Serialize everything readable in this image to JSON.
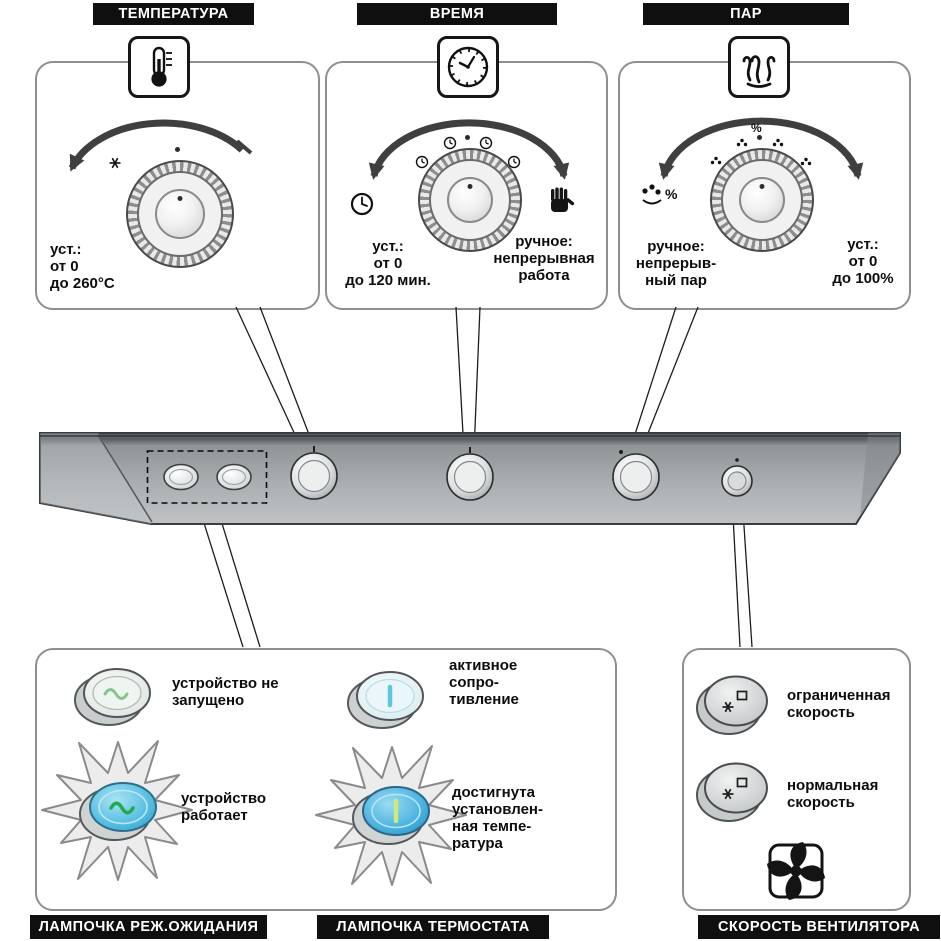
{
  "symbols": {
    "percent": "%"
  },
  "colors": {
    "bar_bg": "#0f0f0f",
    "panel_gray": "#a7abae",
    "lit_blue": "#38a8d4",
    "lit_green": "#2fae5a"
  },
  "knob_panels": {
    "temperature": {
      "title": "ТЕМПЕРАТУРА",
      "set_label": "уст.:\nот 0\nдо 260°C"
    },
    "time": {
      "title": "ВРЕМЯ",
      "set_label": "уст.:\nот 0\nдо 120 мин.",
      "manual_label": "ручное:\nнепрерывная\nработа"
    },
    "steam": {
      "title": "ПАР",
      "manual_label": "ручное:\nнепрерыв-\nный пар",
      "set_label": "уст.:\nот 0\nдо 100%"
    }
  },
  "indicators": {
    "standby": {
      "title": "ЛАМПОЧКА РЕЖ.ОЖИДАНИЯ",
      "off_label": "устройство не\nзапущено",
      "on_label": "устройство\nработает"
    },
    "thermostat": {
      "title": "ЛАМПОЧКА ТЕРМОСТАТА",
      "off_label": "активное\nсопро-\nтивление",
      "on_label": "достигнута\nустановлен-\nная темпе-\nратура"
    },
    "fan": {
      "title": "СКОРОСТЬ ВЕНТИЛЯТОРА",
      "limited_label": "ограниченная\nскорость",
      "normal_label": "нормальная\nскорость"
    }
  }
}
